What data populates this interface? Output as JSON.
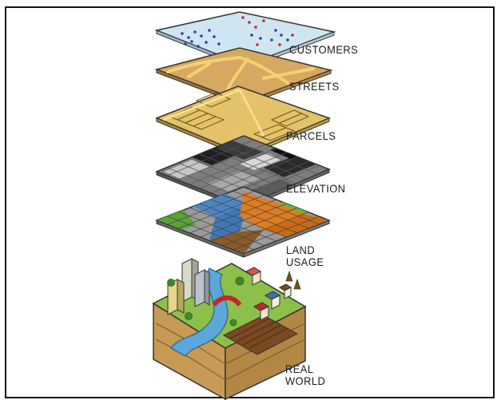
{
  "layers": [
    {
      "label": "CUSTOMERS"
    },
    {
      "label": "STREETS"
    },
    {
      "label": "PARCELS"
    },
    {
      "label": "ELEVATION"
    },
    {
      "label": "LAND\nUSAGE"
    },
    {
      "label": "REAL\nWORLD"
    }
  ],
  "colors": {
    "customers_layer": "#cfe6f2",
    "streets_layer": "#d7a85f",
    "parcels_layer": "#e3c26a",
    "elevation_dark": "#1f1f1f",
    "landuse_blue": "#4a86c5",
    "landuse_orange": "#e07d1f",
    "landuse_green": "#5aa335",
    "soil": "#c79a55",
    "grass": "#8cc04a",
    "river": "#5aa7d8"
  }
}
